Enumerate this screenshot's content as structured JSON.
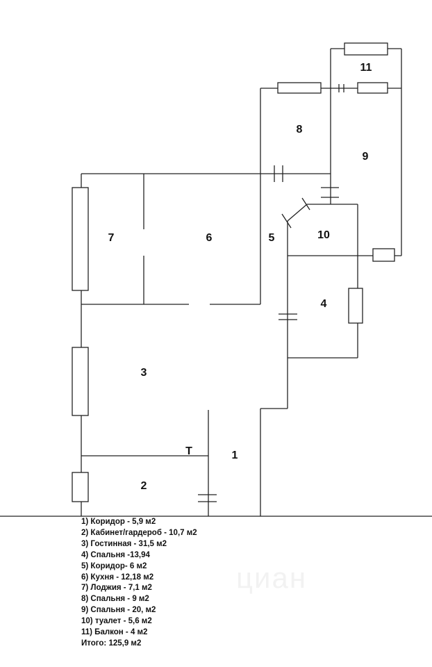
{
  "rooms": {
    "r1": "1",
    "r2": "2",
    "r3": "3",
    "r4": "4",
    "r5": "5",
    "r6": "6",
    "r7": "7",
    "r8": "8",
    "r9": "9",
    "r10": "10",
    "r11": "11",
    "t_mark": "Т"
  },
  "legend": [
    "1) Коридор - 5,9 м2",
    "2) Кабинет/гардероб - 10,7 м2",
    "3) Гостинная - 31,5 м2",
    "4) Спальня -13,94",
    "5) Коридор- 6 м2",
    "6) Кухня - 12,18 м2",
    "7) Лоджия - 7,1 м2",
    "8) Спальня - 9 м2",
    "9) Спальня - 20, м2",
    "10) туалет - 5,6 м2",
    "11) Балкон - 4 м2",
    "Итого: 125,9 м2"
  ],
  "watermark": "циан"
}
